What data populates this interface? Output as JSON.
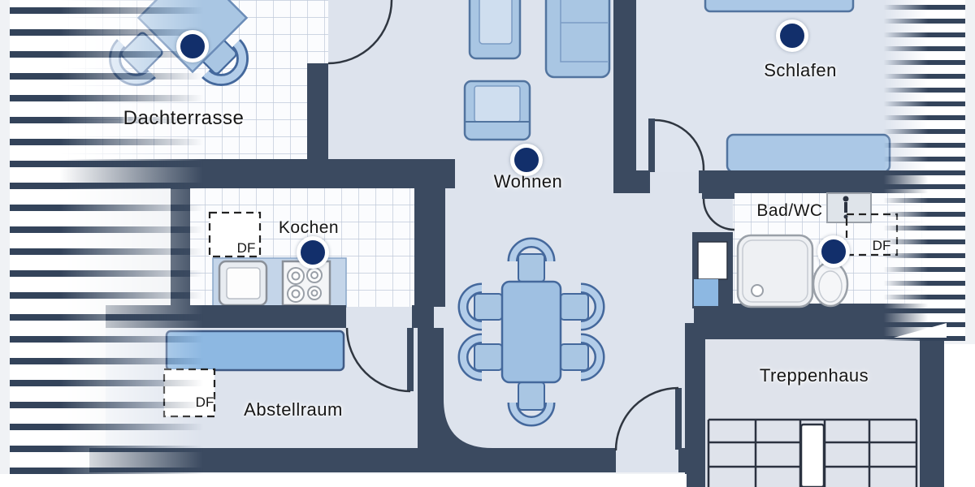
{
  "plan": {
    "type": "floor-plan",
    "language": "de",
    "rooms": {
      "dachterrasse": {
        "label": "Dachterrasse"
      },
      "wohnen": {
        "label": "Wohnen"
      },
      "schlafen": {
        "label": "Schlafen"
      },
      "kochen": {
        "label": "Kochen"
      },
      "bad": {
        "label": "Bad/WC"
      },
      "abstellraum": {
        "label": "Abstellraum"
      },
      "treppenhaus": {
        "label": "Treppenhaus"
      }
    },
    "roof_windows": {
      "kochen": "DF",
      "abstellraum": "DF",
      "bad": "DF"
    },
    "hotspots": [
      {
        "room": "dachterrasse"
      },
      {
        "room": "wohnen"
      },
      {
        "room": "schlafen"
      },
      {
        "room": "kochen"
      },
      {
        "room": "bad"
      }
    ],
    "colors": {
      "wall": "#3b4a60",
      "floor": "#dde3ed",
      "tile_background": "#fbfcfe",
      "tile_grid": "#bfc9da",
      "furniture_fill": "#a9c6e3",
      "furniture_stroke": "#52749f",
      "cabinet_blue": "#8db8e2",
      "hotspot": "#122f6b",
      "hatch_stripe": "#33435a",
      "text": "#161616"
    }
  }
}
